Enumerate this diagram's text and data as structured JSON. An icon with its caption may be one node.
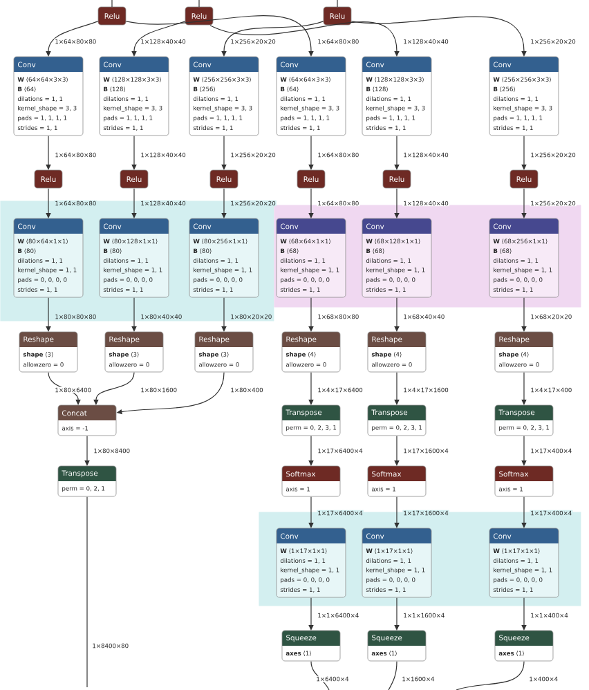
{
  "diagram": {
    "nodes": [
      {
        "text": [
          "Relu"
        ]
      },
      {
        "text": [
          "Relu"
        ]
      },
      {
        "text": [
          "Relu"
        ]
      },
      {
        "text": [
          "Conv",
          "**W** ⟨64×64×3×3⟩",
          "**B** ⟨64⟩",
          "dilations = 1, 1",
          "kernel_shape = 3, 3",
          "pads = 1, 1, 1, 1",
          "strides = 1, 1"
        ]
      },
      {
        "text": [
          "Conv",
          "**W** ⟨128×128×3×3⟩",
          "**B** ⟨128⟩",
          "dilations = 1, 1",
          "kernel_shape = 3, 3",
          "pads = 1, 1, 1, 1",
          "strides = 1, 1"
        ]
      },
      {
        "text": [
          "Conv",
          "**W** ⟨256×256×3×3⟩",
          "**B** ⟨256⟩",
          "dilations = 1, 1",
          "kernel_shape = 3, 3",
          "pads = 1, 1, 1, 1",
          "strides = 1, 1"
        ]
      },
      {
        "text": [
          "Conv",
          "**W** ⟨64×64×3×3⟩",
          "**B** ⟨64⟩",
          "dilations = 1, 1",
          "kernel_shape = 3, 3",
          "pads = 1, 1, 1, 1",
          "strides = 1, 1"
        ]
      },
      {
        "text": [
          "Conv",
          "**W** ⟨128×128×3×3⟩",
          "**B** ⟨128⟩",
          "dilations = 1, 1",
          "kernel_shape = 3, 3",
          "pads = 1, 1, 1, 1",
          "strides = 1, 1"
        ]
      },
      {
        "text": [
          "Conv",
          "**W** ⟨256×256×3×3⟩",
          "**B** ⟨256⟩",
          "dilations = 1, 1",
          "kernel_shape = 3, 3",
          "pads = 1, 1, 1, 1",
          "strides = 1, 1"
        ]
      },
      {
        "text": [
          "Relu"
        ]
      },
      {
        "text": [
          "Relu"
        ]
      },
      {
        "text": [
          "Relu"
        ]
      },
      {
        "text": [
          "Relu"
        ]
      },
      {
        "text": [
          "Relu"
        ]
      },
      {
        "text": [
          "Relu"
        ]
      },
      {
        "text": [],
        "shape": "band"
      },
      {
        "text": [
          "Conv",
          "**W** ⟨80×64×1×1⟩",
          "**B** ⟨80⟩",
          "dilations = 1, 1",
          "kernel_shape = 1, 1",
          "pads = 0, 0, 0, 0",
          "strides = 1, 1"
        ],
        "in": 15
      },
      {
        "text": [
          "Conv",
          "**W** ⟨80×128×1×1⟩",
          "**B** ⟨80⟩",
          "dilations = 1, 1",
          "kernel_shape = 1, 1",
          "pads = 0, 0, 0, 0",
          "strides = 1, 1"
        ],
        "in": 15
      },
      {
        "text": [
          "Conv",
          "**W** ⟨80×256×1×1⟩",
          "**B** ⟨80⟩",
          "dilations = 1, 1",
          "kernel_shape = 1, 1",
          "pads = 0, 0, 0, 0",
          "strides = 1, 1"
        ],
        "in": 15
      },
      {
        "text": [],
        "shape": "band"
      },
      {
        "text": [
          "Conv",
          "**W** ⟨68×64×1×1⟩",
          "**B** ⟨68⟩",
          "dilations = 1, 1",
          "kernel_shape = 1, 1",
          "pads = 0, 0, 0, 0",
          "strides = 1, 1"
        ],
        "in": 19
      },
      {
        "text": [
          "Conv",
          "**W** ⟨68×128×1×1⟩",
          "**B** ⟨68⟩",
          "dilations = 1, 1",
          "kernel_shape = 1, 1",
          "pads = 0, 0, 0, 0",
          "strides = 1, 1"
        ],
        "in": 19
      },
      {
        "text": [
          "Conv",
          "**W** ⟨68×256×1×1⟩",
          "**B** ⟨68⟩",
          "dilations = 1, 1",
          "kernel_shape = 1, 1",
          "pads = 0, 0, 0, 0",
          "strides = 1, 1"
        ],
        "in": 19
      },
      {
        "text": [
          "Reshape",
          "**shape** ⟨3⟩",
          "allowzero = 0"
        ]
      },
      {
        "text": [
          "Reshape",
          "**shape** ⟨3⟩",
          "allowzero = 0"
        ]
      },
      {
        "text": [
          "Reshape",
          "**shape** ⟨3⟩",
          "allowzero = 0"
        ]
      },
      {
        "text": [
          "Reshape",
          "**shape** ⟨4⟩",
          "allowzero = 0"
        ]
      },
      {
        "text": [
          "Reshape",
          "**shape** ⟨4⟩",
          "allowzero = 0"
        ]
      },
      {
        "text": [
          "Reshape",
          "**shape** ⟨4⟩",
          "allowzero = 0"
        ]
      },
      {
        "text": [
          "Concat",
          "axis = -1"
        ]
      },
      {
        "text": [
          "Transpose",
          "perm = 0, 2, 3, 1"
        ]
      },
      {
        "text": [
          "Transpose",
          "perm = 0, 2, 3, 1"
        ]
      },
      {
        "text": [
          "Transpose",
          "perm = 0, 2, 3, 1"
        ]
      },
      {
        "text": [
          "Transpose",
          "perm = 0, 2, 1"
        ]
      },
      {
        "text": [
          "Softmax",
          "axis = 1"
        ]
      },
      {
        "text": [
          "Softmax",
          "axis = 1"
        ]
      },
      {
        "text": [
          "Softmax",
          "axis = 1"
        ]
      },
      {
        "text": [],
        "shape": "band"
      },
      {
        "text": [
          "Conv",
          "**W** ⟨1×17×1×1⟩",
          "dilations = 1, 1",
          "kernel_shape = 1, 1",
          "pads = 0, 0, 0, 0",
          "strides = 1, 1"
        ],
        "in": 37
      },
      {
        "text": [
          "Conv",
          "**W** ⟨1×17×1×1⟩",
          "dilations = 1, 1",
          "kernel_shape = 1, 1",
          "pads = 0, 0, 0, 0",
          "strides = 1, 1"
        ],
        "in": 37
      },
      {
        "text": [
          "Conv",
          "**W** ⟨1×17×1×1⟩",
          "dilations = 1, 1",
          "kernel_shape = 1, 1",
          "pads = 0, 0, 0, 0",
          "strides = 1, 1"
        ],
        "in": 37
      },
      {
        "text": [
          "Squeeze",
          "**axes** ⟨1⟩"
        ]
      },
      {
        "text": [
          "Squeeze",
          "**axes** ⟨1⟩"
        ]
      },
      {
        "text": [
          "Squeeze",
          "**axes** ⟨1⟩"
        ]
      }
    ],
    "edges": [
      {
        "from": null,
        "to": 0,
        "arrow": "none"
      },
      {
        "from": null,
        "to": 1,
        "arrow": "none"
      },
      {
        "from": null,
        "to": 2,
        "arrow": "none"
      },
      {
        "from": 0,
        "to": 3,
        "arrow": "to",
        "label": "1×64×80×80"
      },
      {
        "from": 0,
        "to": 6,
        "arrow": "to",
        "label": "1×64×80×80"
      },
      {
        "from": 1,
        "to": 4,
        "arrow": "to",
        "label": "1×128×40×40"
      },
      {
        "from": 1,
        "to": 7,
        "arrow": "to",
        "label": "1×128×40×40"
      },
      {
        "from": 2,
        "to": 5,
        "arrow": "to",
        "label": "1×256×20×20"
      },
      {
        "from": 2,
        "to": 8,
        "arrow": "to",
        "label": "1×256×20×20"
      },
      {
        "from": 3,
        "to": 9,
        "arrow": "to",
        "label": "1×64×80×80"
      },
      {
        "from": 4,
        "to": 10,
        "arrow": "to",
        "label": "1×128×40×40"
      },
      {
        "from": 5,
        "to": 11,
        "arrow": "to",
        "label": "1×256×20×20"
      },
      {
        "from": 6,
        "to": 12,
        "arrow": "to",
        "label": "1×64×80×80"
      },
      {
        "from": 7,
        "to": 13,
        "arrow": "to",
        "label": "1×128×40×40"
      },
      {
        "from": 8,
        "to": 14,
        "arrow": "to",
        "label": "1×256×20×20"
      },
      {
        "from": 9,
        "to": 16,
        "arrow": "to",
        "label": "1×64×80×80"
      },
      {
        "from": 10,
        "to": 17,
        "arrow": "to",
        "label": "1×128×40×40"
      },
      {
        "from": 11,
        "to": 18,
        "arrow": "to",
        "label": "1×256×20×20"
      },
      {
        "from": 12,
        "to": 20,
        "arrow": "to",
        "label": "1×64×80×80"
      },
      {
        "from": 13,
        "to": 21,
        "arrow": "to",
        "label": "1×128×40×40"
      },
      {
        "from": 14,
        "to": 22,
        "arrow": "to",
        "label": "1×256×20×20"
      },
      {
        "from": 16,
        "to": 23,
        "arrow": "to",
        "label": "1×80×80×80"
      },
      {
        "from": 17,
        "to": 24,
        "arrow": "to",
        "label": "1×80×40×40"
      },
      {
        "from": 18,
        "to": 25,
        "arrow": "to",
        "label": "1×80×20×20"
      },
      {
        "from": 20,
        "to": 26,
        "arrow": "to",
        "label": "1×68×80×80"
      },
      {
        "from": 21,
        "to": 27,
        "arrow": "to",
        "label": "1×68×40×40"
      },
      {
        "from": 22,
        "to": 28,
        "arrow": "to",
        "label": "1×68×20×20"
      },
      {
        "from": 23,
        "to": 29,
        "arrow": "to",
        "label": "1×80×6400"
      },
      {
        "from": 24,
        "to": 29,
        "arrow": "to",
        "label": "1×80×1600"
      },
      {
        "from": 25,
        "to": 29,
        "arrow": "to",
        "label": "1×80×400"
      },
      {
        "from": 26,
        "to": 30,
        "arrow": "to",
        "label": "1×4×17×6400"
      },
      {
        "from": 27,
        "to": 31,
        "arrow": "to",
        "label": "1×4×17×1600"
      },
      {
        "from": 28,
        "to": 32,
        "arrow": "to",
        "label": "1×4×17×400"
      },
      {
        "from": 29,
        "to": 33,
        "arrow": "to",
        "label": "1×80×8400"
      },
      {
        "from": 30,
        "to": 34,
        "arrow": "to",
        "label": "1×17×6400×4"
      },
      {
        "from": 31,
        "to": 35,
        "arrow": "to",
        "label": "1×17×1600×4"
      },
      {
        "from": 32,
        "to": 36,
        "arrow": "to",
        "label": "1×17×400×4"
      },
      {
        "from": 33,
        "to": null,
        "arrow": "none",
        "label": "1×8400×80"
      },
      {
        "from": 34,
        "to": 38,
        "arrow": "to",
        "label": "1×17×6400×4"
      },
      {
        "from": 35,
        "to": 39,
        "arrow": "to",
        "label": "1×17×1600×4"
      },
      {
        "from": 36,
        "to": 40,
        "arrow": "to",
        "label": "1×17×400×4"
      },
      {
        "from": 38,
        "to": 41,
        "arrow": "to",
        "label": "1×1×6400×4"
      },
      {
        "from": 39,
        "to": 42,
        "arrow": "to",
        "label": "1×1×1600×4"
      },
      {
        "from": 40,
        "to": 43,
        "arrow": "to",
        "label": "1×1×400×4"
      },
      {
        "from": 41,
        "to": null,
        "arrow": "none",
        "label": "1×6400×4"
      },
      {
        "from": 42,
        "to": null,
        "arrow": "none",
        "label": "1×1600×4"
      },
      {
        "from": 43,
        "to": null,
        "arrow": "none",
        "label": "1×400×4"
      }
    ]
  }
}
